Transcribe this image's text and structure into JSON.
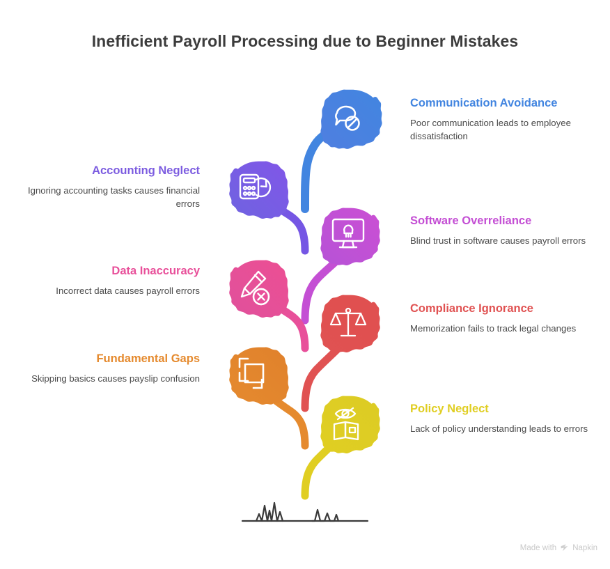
{
  "title": "Inefficient Payroll Processing due to Beginner Mistakes",
  "footer": {
    "text_before": "Made with",
    "brand": "Napkin",
    "logo_icon": "napkin-logo-icon"
  },
  "colors": {
    "blue": "#4285e0",
    "indigo": "#7c5ce0",
    "purple": "#c44fd4",
    "pink": "#e8509a",
    "red": "#e05252",
    "orange": "#e58a2e",
    "yellow": "#e0ce22",
    "title": "#3c3c3c",
    "body": "#4a4a4a",
    "ground": "#3a3a3a"
  },
  "branches": [
    {
      "id": "communication-avoidance",
      "side": "right",
      "heading": "Communication Avoidance",
      "body": "Poor communication leads to employee dissatisfaction",
      "color": "#4285e0",
      "icon": "speech-bubble-blocked-icon"
    },
    {
      "id": "accounting-neglect",
      "side": "left",
      "heading": "Accounting Neglect",
      "body": "Ignoring accounting tasks causes financial errors",
      "color": "#7c5ce0",
      "icon": "calculator-refresh-icon"
    },
    {
      "id": "software-overreliance",
      "side": "right",
      "heading": "Software Overreliance",
      "body": "Blind trust in software causes payroll errors",
      "color": "#c44fd4",
      "icon": "monitor-bug-icon"
    },
    {
      "id": "data-inaccuracy",
      "side": "left",
      "heading": "Data Inaccuracy",
      "body": "Incorrect data causes payroll errors",
      "color": "#e8509a",
      "icon": "pencil-error-icon"
    },
    {
      "id": "compliance-ignorance",
      "side": "right",
      "heading": "Compliance Ignorance",
      "body": "Memorization fails to track legal changes",
      "color": "#e05252",
      "icon": "balance-scales-icon"
    },
    {
      "id": "fundamental-gaps",
      "side": "left",
      "heading": "Fundamental Gaps",
      "body": "Skipping basics causes payslip confusion",
      "color": "#e58a2e",
      "icon": "overlapping-squares-icon"
    },
    {
      "id": "policy-neglect",
      "side": "right",
      "heading": "Policy Neglect",
      "body": "Lack of policy understanding leads to errors",
      "color": "#e0ce22",
      "icon": "hidden-book-icon"
    }
  ]
}
